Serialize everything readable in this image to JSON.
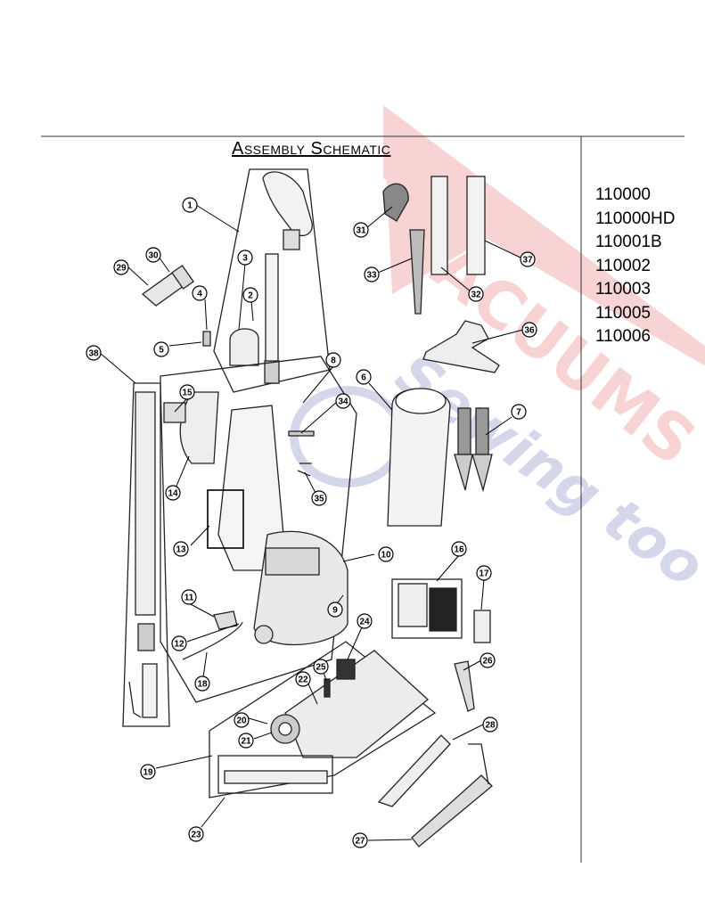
{
  "heading": {
    "title": "Assembly Schematic"
  },
  "models": [
    "110000",
    "110000HD",
    "110001B",
    "110002",
    "110003",
    "110005",
    "110006"
  ],
  "watermark": {
    "line1": "ACUUMS",
    "line2": "Sewing too",
    "color_red": "#e03a3a",
    "color_blue": "#3c4aa0"
  },
  "callouts": [
    {
      "label": "1"
    },
    {
      "label": "2"
    },
    {
      "label": "3"
    },
    {
      "label": "4"
    },
    {
      "label": "5"
    },
    {
      "label": "6"
    },
    {
      "label": "7"
    },
    {
      "label": "8"
    },
    {
      "label": "9"
    },
    {
      "label": "10"
    },
    {
      "label": "11"
    },
    {
      "label": "12"
    },
    {
      "label": "13"
    },
    {
      "label": "14"
    },
    {
      "label": "15"
    },
    {
      "label": "16"
    },
    {
      "label": "17"
    },
    {
      "label": "18"
    },
    {
      "label": "19"
    },
    {
      "label": "20"
    },
    {
      "label": "21"
    },
    {
      "label": "22"
    },
    {
      "label": "23"
    },
    {
      "label": "24"
    },
    {
      "label": "25"
    },
    {
      "label": "26"
    },
    {
      "label": "27"
    },
    {
      "label": "28"
    },
    {
      "label": "29"
    },
    {
      "label": "30"
    },
    {
      "label": "31"
    },
    {
      "label": "32"
    },
    {
      "label": "33"
    },
    {
      "label": "34"
    },
    {
      "label": "35"
    },
    {
      "label": "36"
    },
    {
      "label": "37"
    },
    {
      "label": "38"
    }
  ]
}
